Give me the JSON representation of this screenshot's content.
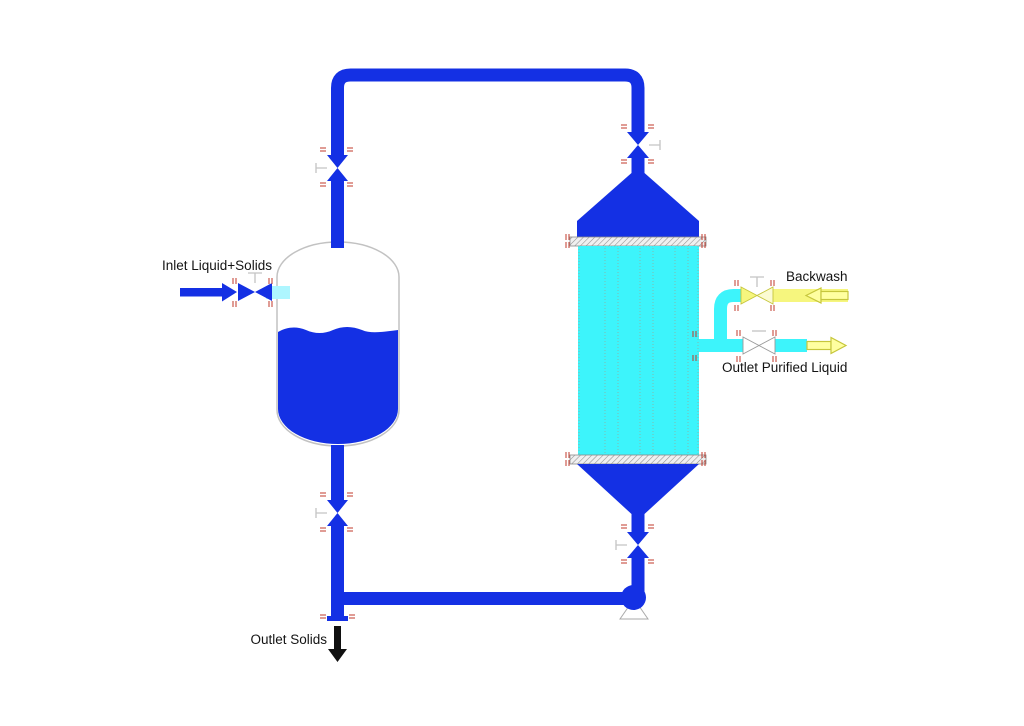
{
  "labels": {
    "inlet": "Inlet Liquid+Solids",
    "backwash": "Backwash",
    "outlet_purified": "Outlet Purified Liquid",
    "outlet_solids": "Outlet Solids"
  },
  "colors": {
    "background": "#ffffff",
    "pipe_blue": "#1430e4",
    "permeate_cyan": "#3df4fb",
    "inlet_stub_cyan": "#aef6ff",
    "backwash_yellow": "#f6f67e",
    "arrow_yellow_fill": "#ffffa0",
    "arrow_yellow_stroke": "#c6c63c",
    "vessel_outline_gray": "#c2c2c2",
    "flange_mark_red": "#c0392b",
    "stem_gray": "#c4c4c4",
    "label_text": "#141414"
  }
}
